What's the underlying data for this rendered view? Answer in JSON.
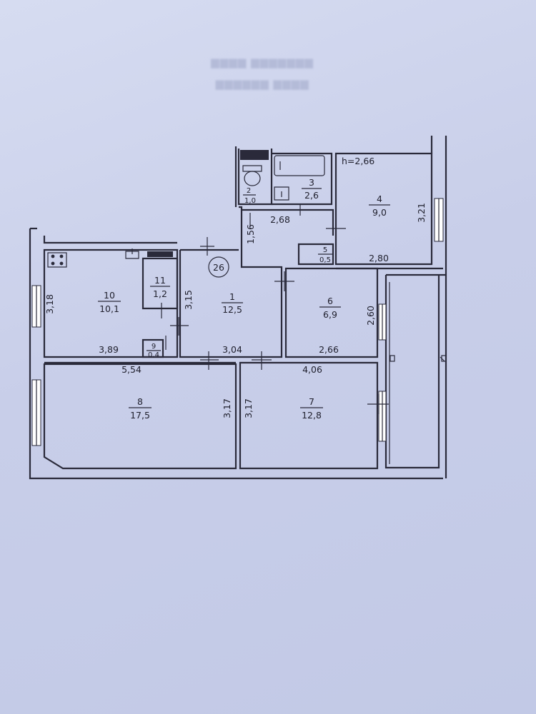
{
  "height_label": "h=2,66",
  "apartment_number": "26",
  "rooms": [
    {
      "num": "1",
      "area": "12,5"
    },
    {
      "num": "2",
      "area": "1,0"
    },
    {
      "num": "3",
      "area": "2,6"
    },
    {
      "num": "4",
      "area": "9,0"
    },
    {
      "num": "5",
      "area": "0,5"
    },
    {
      "num": "6",
      "area": "6,9"
    },
    {
      "num": "7",
      "area": "12,8"
    },
    {
      "num": "8",
      "area": "17,5"
    },
    {
      "num": "9",
      "area": "0,4"
    },
    {
      "num": "10",
      "area": "10,1"
    },
    {
      "num": "11",
      "area": "1,2"
    }
  ],
  "dimensions": {
    "d_2_68": "2,68",
    "d_1_56": "1,56",
    "d_3_21": "3,21",
    "d_2_80": "2,80",
    "d_3_18": "3,18",
    "d_3_15": "3,15",
    "d_3_89": "3,89",
    "d_3_04": "3,04",
    "d_2_60": "2,60",
    "d_2_66": "2,66",
    "d_5_54": "5,54",
    "d_4_06": "4,06",
    "d_3_17_a": "3,17",
    "d_3_17_b": "3,17"
  },
  "colors": {
    "paper": "#c9cfe9",
    "lines": "#2a2a3a"
  }
}
